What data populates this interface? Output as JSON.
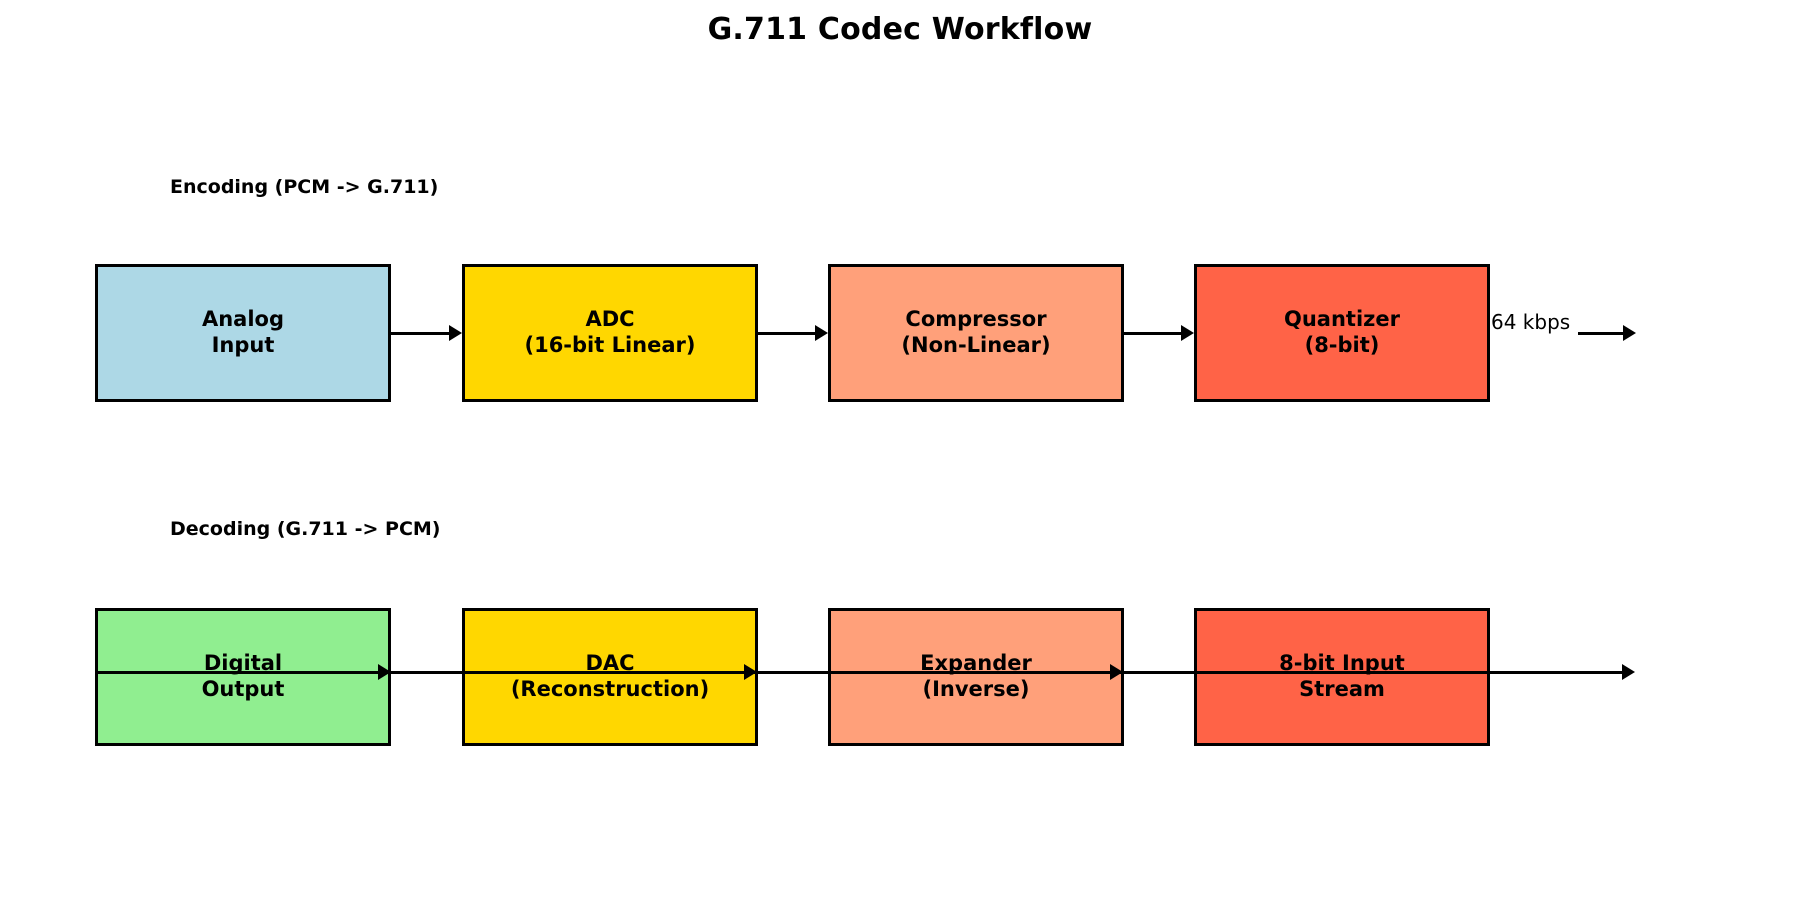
{
  "title": "G.711 Codec Workflow",
  "sections": {
    "encoding_label": "Encoding (PCM -> G.711)",
    "decoding_label": "Decoding (G.711 -> PCM)"
  },
  "colors": {
    "analog_input": "#ADD8E6",
    "adc": "#FFD700",
    "compressor": "#FFA07A",
    "quantizer": "#FF6347",
    "digital_output": "#90EE90",
    "dac": "#FFD700",
    "expander": "#FFA07A",
    "bitstream": "#FF6347",
    "outline": "#000000",
    "background": "#FFFFFF"
  },
  "encoding_chain": [
    {
      "id": "analog-input",
      "label": "Analog\nInput",
      "fill": "#ADD8E6"
    },
    {
      "id": "adc",
      "label": "ADC\n(16-bit Linear)",
      "fill": "#FFD700"
    },
    {
      "id": "compressor",
      "label": "Compressor\n(Non-Linear)",
      "fill": "#FFA07A"
    },
    {
      "id": "quantizer",
      "label": "Quantizer\n(8-bit)",
      "fill": "#FF6347"
    }
  ],
  "decoding_chain": [
    {
      "id": "digital-output",
      "label": "Digital\nOutput",
      "fill": "#90EE90"
    },
    {
      "id": "dac",
      "label": "DAC\n(Reconstruction)",
      "fill": "#FFD700"
    },
    {
      "id": "expander",
      "label": "Expander\n(Inverse)",
      "fill": "#FFA07A"
    },
    {
      "id": "bitstream",
      "label": "8-bit Input\nStream",
      "fill": "#FF6347"
    }
  ],
  "annotations": {
    "bitrate": "64 kbps"
  }
}
